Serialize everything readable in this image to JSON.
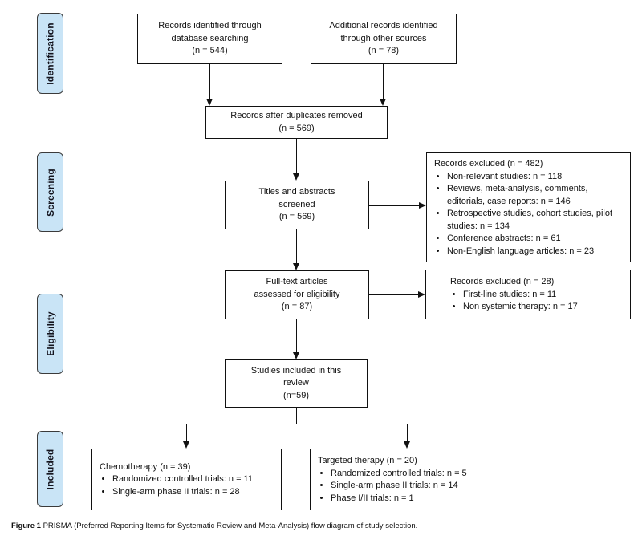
{
  "stages": {
    "identification": "Identification",
    "screening": "Screening",
    "eligibility": "Eligibility",
    "included": "Included"
  },
  "boxes": {
    "database_search": "Records identified through\ndatabase searching\n(n = 544)",
    "other_sources": "Additional records identified\nthrough other sources\n(n = 78)",
    "duplicates_removed": "Records after duplicates removed\n(n = 569)",
    "titles_screened": "Titles and abstracts\nscreened\n(n = 569)",
    "excluded_screening": {
      "title": "Records excluded (n = 482)",
      "items": [
        "Non-relevant studies: n = 118",
        "Reviews, meta-analysis, comments, editorials, case reports: n = 146",
        "Retrospective studies, cohort studies, pilot studies: n = 134",
        "Conference abstracts: n = 61",
        "Non-English language articles: n = 23"
      ]
    },
    "fulltext_assessed": "Full-text articles\nassessed for eligibility\n(n = 87)",
    "excluded_eligibility": {
      "title": "Records excluded (n = 28)",
      "items": [
        "First-line studies: n = 11",
        "Non systemic therapy: n = 17"
      ]
    },
    "studies_included": "Studies included in this\nreview\n(n=59)",
    "chemotherapy": {
      "title": "Chemotherapy (n = 39)",
      "items": [
        "Randomized controlled trials: n = 11",
        "Single-arm phase II trials: n = 28"
      ]
    },
    "targeted_therapy": {
      "title": "Targeted therapy (n = 20)",
      "items": [
        "Randomized controlled trials: n = 5",
        "Single-arm phase II trials: n = 14",
        "Phase I/II trials: n = 1"
      ]
    }
  },
  "caption": {
    "label": "Figure 1",
    "text": " PRISMA (Preferred Reporting Items for Systematic Review and Meta-Analysis) flow diagram of study selection."
  },
  "colors": {
    "stage_fill": "#c9e4f6",
    "stage_border": "#3b3b3b",
    "box_border": "#111111",
    "text": "#111111",
    "background": "#ffffff"
  }
}
